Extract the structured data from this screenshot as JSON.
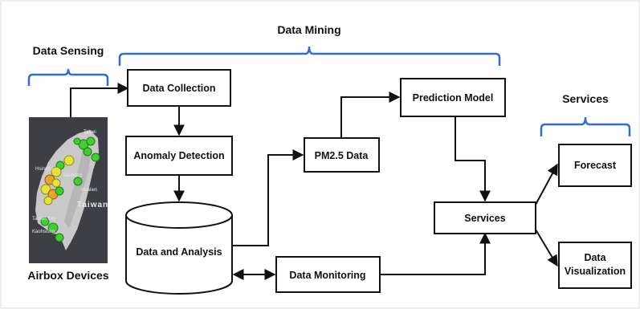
{
  "colors": {
    "brace": "#2e6fcf",
    "box_border": "#111111",
    "map_background": "#3d3f45",
    "map_land": "#c9c9c9",
    "marker_green": "#3fcf2f",
    "marker_yellow": "#e6e23a",
    "marker_orange": "#e8a52a"
  },
  "sections": {
    "data_sensing": "Data Sensing",
    "data_mining": "Data Mining",
    "services": "Services"
  },
  "map": {
    "caption": "Airbox Devices",
    "place_label": "Taiwan",
    "minor_labels": [
      "Taipei",
      "Hsinchu",
      "Taichung",
      "Hualien",
      "Tainan City",
      "Kaohsiung"
    ]
  },
  "nodes": {
    "data_collection": "Data Collection",
    "anomaly_detection": "Anomaly Detection",
    "data_and_analysis": "Data and Analysis",
    "pm25_data": "PM2.5 Data",
    "prediction_model": "Prediction Model",
    "services": "Services",
    "data_monitoring": "Data Monitoring",
    "forecast": "Forecast",
    "data_visualization_line1": "Data",
    "data_visualization_line2": "Visualization"
  }
}
